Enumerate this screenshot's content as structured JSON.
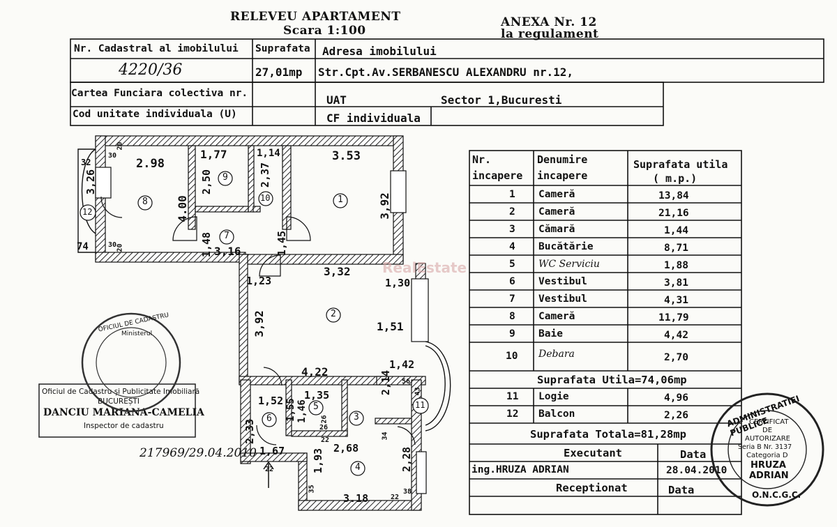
{
  "header": {
    "title": "RELEVEU APARTAMENT",
    "scale": "Scara 1:100",
    "annex": "ANEXA Nr. 12",
    "annex_sub": "la regulament"
  },
  "top_table": {
    "cadastral_label": "Nr. Cadastral al imobilului",
    "surface_label": "Suprafata",
    "address_label": "Adresa imobilului",
    "cadastral_value": "4220/36",
    "surface_value": "27,01mp",
    "address_value": "Str.Cpt.Av.SERBANESCU ALEXANDRU nr.12,",
    "cf_label": "Cartea Funciara colectiva nr.",
    "uat_label": "UAT",
    "uat_value": "Sector 1,Bucuresti",
    "cod_label": "Cod unitate individuala (U)",
    "cf_ind_label": "CF individuala"
  },
  "rooms_table": {
    "col1": [
      "Nr.",
      "incapere"
    ],
    "col2": [
      "Denumire",
      "incapere"
    ],
    "col3": [
      "Suprafata utila",
      "( m.p.)"
    ],
    "rows": [
      {
        "nr": "1",
        "name": "Cameră",
        "area": "13,84"
      },
      {
        "nr": "2",
        "name": "Cameră",
        "area": "21,16"
      },
      {
        "nr": "3",
        "name": "Cămară",
        "area": "1,44"
      },
      {
        "nr": "4",
        "name": "Bucătărie",
        "area": "8,71"
      },
      {
        "nr": "5",
        "name": "WC Serviciu",
        "area": "1,88"
      },
      {
        "nr": "6",
        "name": "Vestibul",
        "area": "3,81"
      },
      {
        "nr": "7",
        "name": "Vestibul",
        "area": "4,31"
      },
      {
        "nr": "8",
        "name": "Cameră",
        "area": "11,79"
      },
      {
        "nr": "9",
        "name": "Baie",
        "area": "4,42"
      },
      {
        "nr": "10",
        "name": "Debara",
        "area": "2,70"
      }
    ],
    "useful_total": "Suprafata Utila=74,06mp",
    "extra_rows": [
      {
        "nr": "11",
        "name": "Logie",
        "area": "4,96"
      },
      {
        "nr": "12",
        "name": "Balcon",
        "area": "2,26"
      }
    ],
    "grand_total": "Suprafata Totala=81,28mp",
    "executant_label": "Executant",
    "date_label": "Data",
    "executant_name": "ing.HRUZA ADRIAN",
    "executant_date": "28.04.2010",
    "received_label": "Receptionat",
    "received_date_label": "Data"
  },
  "plan": {
    "dims": [
      "2.98",
      "1,77",
      "1,14",
      "3.53",
      "3,26",
      "2,50",
      "2,37",
      "4.00",
      "3,92",
      "1,48",
      "3,16",
      "1,45",
      "1,23",
      "3,32",
      "1,30",
      "3,92",
      "1,51",
      "4,22",
      "1,42",
      "2,14",
      "1,52",
      "1,35",
      "1,55",
      "1,46",
      "2,33",
      "2,68",
      "2,28",
      "1,67",
      "1,93",
      "3.18",
      "74",
      "32",
      "30",
      "30",
      "20",
      "20",
      "56",
      "43",
      "26",
      "35",
      "22",
      "38",
      "34",
      "26",
      "22",
      "22"
    ],
    "rooms": [
      "1",
      "2",
      "3",
      "4",
      "5",
      "6",
      "7",
      "8",
      "9",
      "10",
      "11",
      "12"
    ]
  },
  "stamps": {
    "ocpi_line1": "Oficiul de Cadastru și Publicitate Imobiliară",
    "ocpi_line2": "BUCUREȘTI",
    "ocpi_line3": "DANCIU MARIANA-CAMELIA",
    "ocpi_line4": "Inspector de cadastru",
    "ocpi_number": "217969/29.04.2010",
    "ancpi_ring": "ADMINISTRATIEI PUBLICE",
    "ancpi_ring2": "O.N.C.G.C.",
    "ancpi_center": [
      "CERTIFICAT",
      "DE",
      "AUTORIZARE",
      "Seria B Nr. 3137",
      "Categoria D",
      "HRUZA",
      "ADRIAN"
    ],
    "round_ring": "OFICIUL DE CADASTRU",
    "round_ring2": "Ministerul"
  },
  "watermark": "RealEstate"
}
